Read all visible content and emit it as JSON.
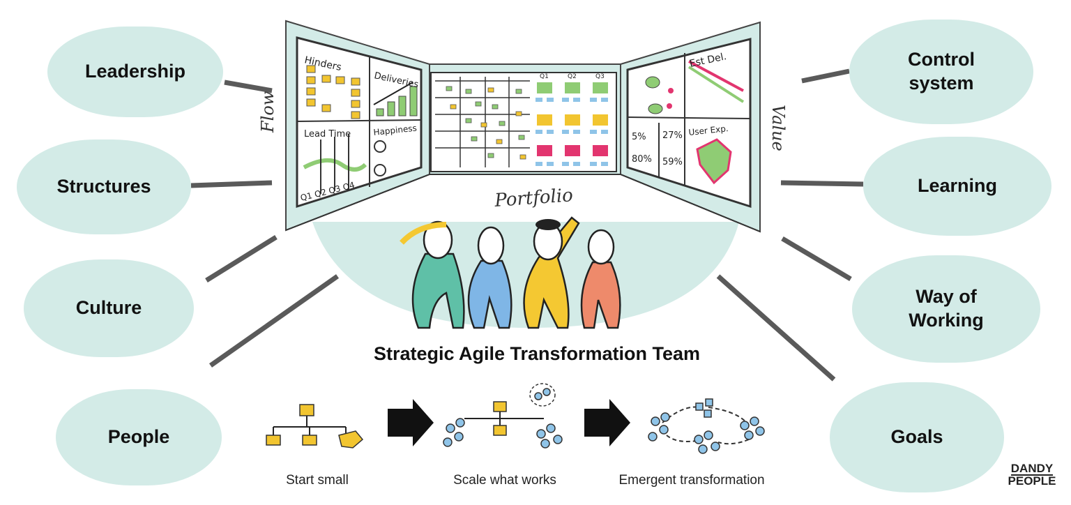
{
  "areas": {
    "leadership": "Leadership",
    "structures": "Structures",
    "culture": "Culture",
    "people": "People",
    "control_system": "Control\nsystem",
    "learning": "Learning",
    "way_of_working": "Way of\nWorking",
    "goals": "Goals"
  },
  "boards": {
    "left_side_label": "Flow",
    "right_side_label": "Value",
    "floor_label": "Portfolio",
    "hinders": "Hinders",
    "deliveries": "Deliveries",
    "lead_time": "Lead Time",
    "happiness": "Happiness",
    "quarters_left": "Q1 Q2 Q3 Q4",
    "q1": "Q1",
    "q2": "Q2",
    "q3": "Q3",
    "est_del": "Est Del.",
    "user_exp": "User Exp.",
    "pct_5": "5%",
    "pct_27": "27%",
    "pct_80": "80%",
    "pct_59": "59%"
  },
  "team_title": "Strategic Agile Transformation Team",
  "steps": {
    "start": "Start small",
    "scale": "Scale what works",
    "emergent": "Emergent transformation"
  },
  "brand": {
    "line1": "DANDY",
    "line2": "PEOPLE"
  },
  "colors": {
    "blob": "#d3ebe7",
    "connector": "#555555",
    "yellow": "#f2c530",
    "green": "#8fcc74",
    "pink": "#e2356f",
    "blue": "#8fc4e8",
    "teal_person": "#5fc0a7",
    "blue_person": "#7fb6e6",
    "yellow_person": "#f4c832",
    "orange_person": "#ee8a6b"
  }
}
